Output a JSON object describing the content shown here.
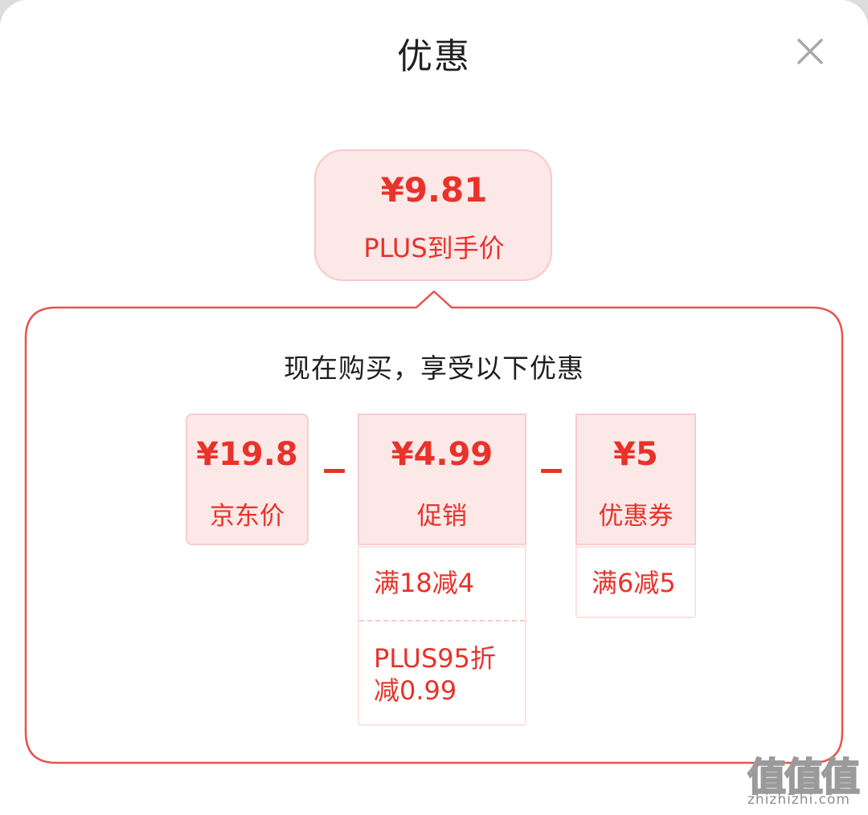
{
  "header": {
    "title": "优惠",
    "close_icon": "close-icon"
  },
  "summary": {
    "price": "¥9.81",
    "label": "PLUS到手价"
  },
  "breakdown": {
    "subtitle": "现在购买，享受以下优惠",
    "cards": [
      {
        "price": "¥19.8",
        "label": "京东价"
      },
      {
        "price": "¥4.99",
        "label": "促销",
        "details": [
          "满18减4",
          "PLUS95折减0.99"
        ]
      },
      {
        "price": "¥5",
        "label": "优惠券",
        "details": [
          "满6减5"
        ]
      }
    ],
    "operators": [
      "minus-icon",
      "minus-icon"
    ]
  },
  "watermark": {
    "logo": "值值值",
    "url": "zhizhizhi.com"
  },
  "colors": {
    "accent": "#e8322a",
    "tint": "#fde8e8",
    "border": "#f8c9c9",
    "frame": "#e8554d"
  }
}
